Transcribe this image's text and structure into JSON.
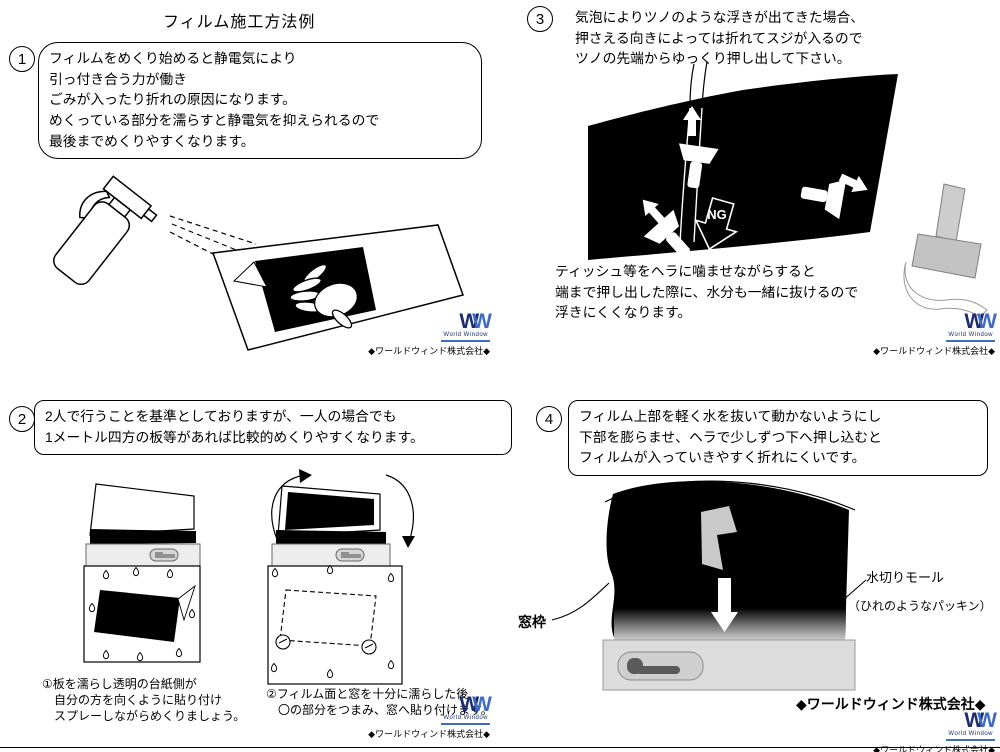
{
  "title": "フィルム施工方法例",
  "logo": {
    "w": "W",
    "subtext": "World Window",
    "company": "◆ワールドウィンド株式会社◆"
  },
  "colors": {
    "logo_dark": "#1b2d6e",
    "logo_light": "#3f6cc0"
  },
  "sections": {
    "s1": {
      "number": "1",
      "box_lines": [
        "フィルムをめくり始めると静電気により",
        "引っ付き合う力が働き",
        "ごみが入ったり折れの原因になります。",
        "めくっている部分を濡らすと静電気を抑えられるので",
        "最後までめくりやすくなります。"
      ]
    },
    "s2": {
      "number": "2",
      "box_lines": [
        "2人で行うことを基準としておりますが、一人の場合でも",
        "1メートル四方の板等があれば比較的めくりやすくなります。"
      ],
      "caption1": [
        "①板を濡らし透明の台紙側が",
        "　自分の方を向くように貼り付け",
        "　スプレーしながらめくりましょう。"
      ],
      "caption2": [
        "②フィルム面と窓を十分に濡らした後",
        "　〇の部分をつまみ、窓へ貼り付けます。"
      ]
    },
    "s3": {
      "number": "3",
      "top_lines": [
        "気泡によりツノのような浮きが出てきた場合、",
        "押さえる向きによっては折れてスジが入るので",
        "ツノの先端からゆっくり押し出して下さい。"
      ],
      "ng": "NG",
      "bottom_lines": [
        "ティッシュ等をヘラに噛ませながらすると",
        "端まで押し出した際に、水分も一緒に抜けるので",
        "浮きにくくなります。"
      ]
    },
    "s4": {
      "number": "4",
      "box_lines": [
        "フィルム上部を軽く水を抜いて動かないようにし",
        "下部を膨らませ、ヘラで少しずつ下へ押し込むと",
        "フィルムが入っていきやすく折れにくいです。"
      ],
      "label_window_frame": "窓枠",
      "label_molding": "水切りモール",
      "label_molding_note": "（ひれのようなパッキン）",
      "company_bold": "◆ワールドウィンド株式会社◆"
    }
  }
}
